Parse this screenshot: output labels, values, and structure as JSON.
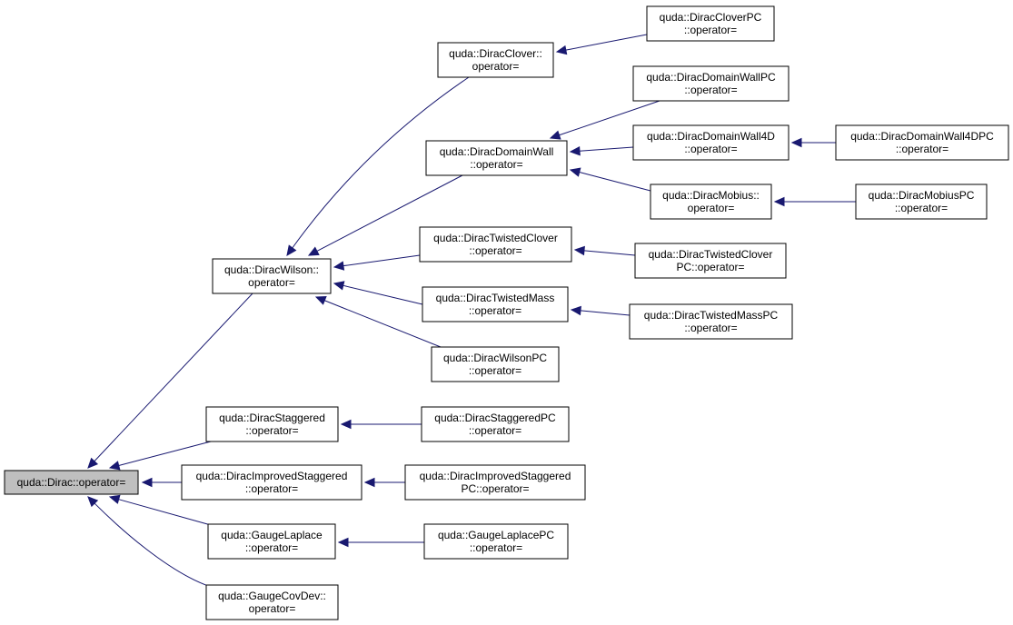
{
  "graph": {
    "nodes": [
      {
        "id": "dirac",
        "lines": [
          "quda::Dirac::operator="
        ],
        "root": true
      },
      {
        "id": "wilson",
        "lines": [
          "quda::DiracWilson::",
          "operator="
        ]
      },
      {
        "id": "staggered",
        "lines": [
          "quda::DiracStaggered",
          "::operator="
        ]
      },
      {
        "id": "improvedstag",
        "lines": [
          "quda::DiracImprovedStaggered",
          "::operator="
        ]
      },
      {
        "id": "gaugelaplace",
        "lines": [
          "quda::GaugeLaplace",
          "::operator="
        ]
      },
      {
        "id": "gaugecovdev",
        "lines": [
          "quda::GaugeCovDev::",
          "operator="
        ]
      },
      {
        "id": "clover",
        "lines": [
          "quda::DiracClover::",
          "operator="
        ]
      },
      {
        "id": "domainwall",
        "lines": [
          "quda::DiracDomainWall",
          "::operator="
        ]
      },
      {
        "id": "twistedclover",
        "lines": [
          "quda::DiracTwistedClover",
          "::operator="
        ]
      },
      {
        "id": "twistedmass",
        "lines": [
          "quda::DiracTwistedMass",
          "::operator="
        ]
      },
      {
        "id": "wilsonpc",
        "lines": [
          "quda::DiracWilsonPC",
          "::operator="
        ]
      },
      {
        "id": "staggeredpc",
        "lines": [
          "quda::DiracStaggeredPC",
          "::operator="
        ]
      },
      {
        "id": "improvedstagpc",
        "lines": [
          "quda::DiracImprovedStaggered",
          "PC::operator="
        ]
      },
      {
        "id": "gaugelaplacepc",
        "lines": [
          "quda::GaugeLaplacePC",
          "::operator="
        ]
      },
      {
        "id": "cloverpc",
        "lines": [
          "quda::DiracCloverPC",
          "::operator="
        ]
      },
      {
        "id": "domainwallpc",
        "lines": [
          "quda::DiracDomainWallPC",
          "::operator="
        ]
      },
      {
        "id": "domainwall4d",
        "lines": [
          "quda::DiracDomainWall4D",
          "::operator="
        ]
      },
      {
        "id": "mobius",
        "lines": [
          "quda::DiracMobius::",
          "operator="
        ]
      },
      {
        "id": "twistedcloverpc",
        "lines": [
          "quda::DiracTwistedClover",
          "PC::operator="
        ]
      },
      {
        "id": "twistedmasspc",
        "lines": [
          "quda::DiracTwistedMassPC",
          "::operator="
        ]
      },
      {
        "id": "domainwall4dpc",
        "lines": [
          "quda::DiracDomainWall4DPC",
          "::operator="
        ]
      },
      {
        "id": "mobiuspc",
        "lines": [
          "quda::DiracMobiusPC",
          "::operator="
        ]
      }
    ],
    "edges": [
      {
        "from": "wilson",
        "to": "dirac"
      },
      {
        "from": "staggered",
        "to": "dirac"
      },
      {
        "from": "improvedstag",
        "to": "dirac"
      },
      {
        "from": "gaugelaplace",
        "to": "dirac"
      },
      {
        "from": "gaugecovdev",
        "to": "dirac"
      },
      {
        "from": "clover",
        "to": "wilson"
      },
      {
        "from": "domainwall",
        "to": "wilson"
      },
      {
        "from": "twistedclover",
        "to": "wilson"
      },
      {
        "from": "twistedmass",
        "to": "wilson"
      },
      {
        "from": "wilsonpc",
        "to": "wilson"
      },
      {
        "from": "staggeredpc",
        "to": "staggered"
      },
      {
        "from": "improvedstagpc",
        "to": "improvedstag"
      },
      {
        "from": "gaugelaplacepc",
        "to": "gaugelaplace"
      },
      {
        "from": "cloverpc",
        "to": "clover"
      },
      {
        "from": "domainwallpc",
        "to": "domainwall"
      },
      {
        "from": "domainwall4d",
        "to": "domainwall"
      },
      {
        "from": "mobius",
        "to": "domainwall"
      },
      {
        "from": "twistedcloverpc",
        "to": "twistedclover"
      },
      {
        "from": "twistedmasspc",
        "to": "twistedmass"
      },
      {
        "from": "domainwall4dpc",
        "to": "domainwall4d"
      },
      {
        "from": "mobiuspc",
        "to": "mobius"
      }
    ]
  }
}
